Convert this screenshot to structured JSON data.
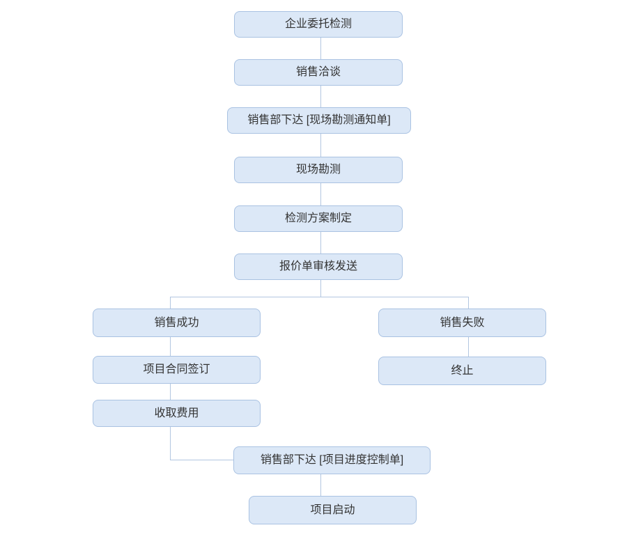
{
  "diagram": {
    "colors": {
      "canvas_bg": "#ffffff",
      "node_fill": "#dce8f7",
      "node_border": "#a9c2e2",
      "connector": "#b2c6e0",
      "text": "#333333"
    },
    "nodes": [
      {
        "id": "entrust",
        "label": "企业委托检测"
      },
      {
        "id": "negotiation",
        "label": "销售洽谈"
      },
      {
        "id": "survey-notice",
        "label": "销售部下达 [现场勘测通知单]"
      },
      {
        "id": "site-survey",
        "label": "现场勘测"
      },
      {
        "id": "plan",
        "label": "检测方案制定"
      },
      {
        "id": "quotation",
        "label": "报价单审核发送"
      },
      {
        "id": "sales-success",
        "label": "销售成功"
      },
      {
        "id": "sales-fail",
        "label": "销售失败"
      },
      {
        "id": "contract",
        "label": "项目合同签订"
      },
      {
        "id": "terminate",
        "label": "终止"
      },
      {
        "id": "collect-fee",
        "label": "收取费用"
      },
      {
        "id": "progress-control",
        "label": "销售部下达 [项目进度控制单]"
      },
      {
        "id": "project-start",
        "label": "项目启动"
      }
    ]
  }
}
